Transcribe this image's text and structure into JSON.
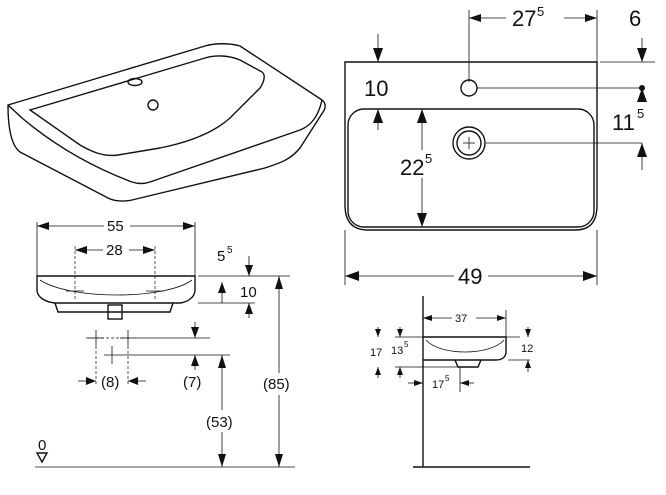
{
  "top_view": {
    "width": "49",
    "tap_offset_main": "27",
    "tap_offset_sup": "5",
    "right_margin": "6",
    "top_gap": "10",
    "drain_from_top_main": "22",
    "drain_from_top_sup": "5",
    "tap_to_drain_main": "11",
    "tap_to_drain_sup": "5"
  },
  "front_view": {
    "outer_width": "55",
    "inner_width": "28",
    "rim_main": "5",
    "rim_sup": "5",
    "height": "10",
    "supply_spacing": "(8)",
    "supply_offset": "(7)",
    "supply_height": "(53)",
    "rim_height": "(85)",
    "floor_level": "0"
  },
  "side_view": {
    "depth": "37",
    "depth_total": "17",
    "drain_height_main": "13",
    "drain_height_sup": "5",
    "overflow_height": "12",
    "drain_offset_main": "17",
    "drain_offset_sup": "5"
  }
}
